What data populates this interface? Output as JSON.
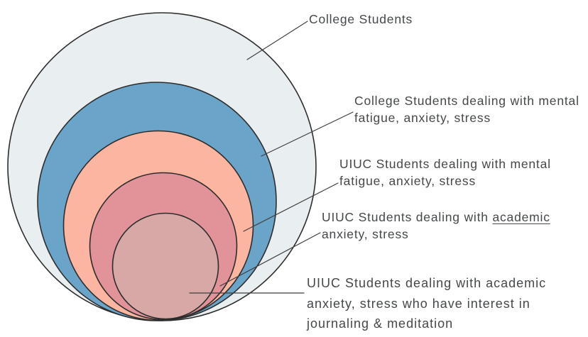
{
  "diagram": {
    "kind": "nested-circles-audience-funnel",
    "background_color": "#ffffff",
    "outline_color": "#2d2d2d",
    "leader_line_color": "#3f3f3f",
    "text_color": "#45484a"
  },
  "circles": [
    {
      "label": "College Students",
      "color": "#e9eef0"
    },
    {
      "label": "College Students dealing with mental fatigue, anxiety, stress",
      "color": "#6ba4c9"
    },
    {
      "label": "UIUC Students dealing with mental fatigue, anxiety, stress",
      "color": "#fcb5a0"
    },
    {
      "label": "UIUC Students dealing with academic anxiety, stress",
      "color": "#e2939a"
    },
    {
      "label": "UIUC Students dealing with academic anxiety, stress who have interest in journaling & meditation",
      "color": "#d7a8a5"
    }
  ],
  "annotations": [
    {
      "lines": [
        "College Students"
      ]
    },
    {
      "lines": [
        "College Students dealing with mental",
        "fatigue, anxiety, stress"
      ]
    },
    {
      "lines": [
        "UIUC Students dealing with mental",
        "fatigue, anxiety, stress"
      ]
    },
    {
      "line1_prefix": "UIUC Students dealing with ",
      "underlined_word": "academic",
      "line2": "anxiety, stress"
    },
    {
      "lines": [
        "UIUC Students dealing with academic",
        "anxiety, stress who have interest in",
        "journaling & meditation"
      ]
    }
  ]
}
